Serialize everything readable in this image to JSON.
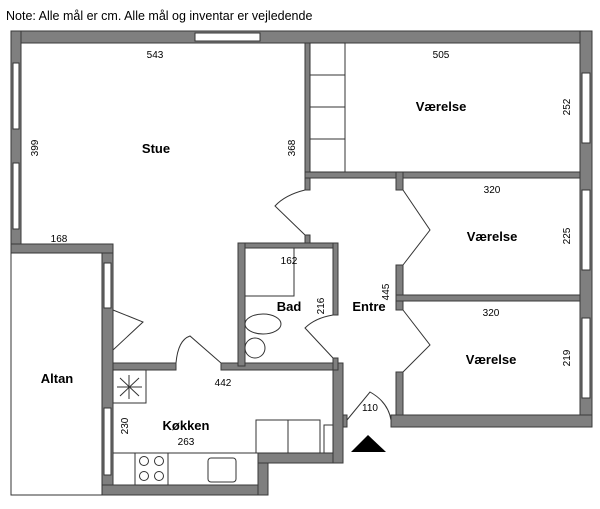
{
  "note": "Note: Alle mål er cm. Alle mål og inventar er vejledende",
  "rooms": {
    "stue": {
      "label": "Stue",
      "width": "543",
      "height": "399",
      "height2": "368",
      "bottom": "168"
    },
    "vaerelse1": {
      "label": "Værelse",
      "width": "505",
      "height": "252"
    },
    "vaerelse2": {
      "label": "Værelse",
      "width": "320",
      "height": "225"
    },
    "vaerelse3": {
      "label": "Værelse",
      "width": "320",
      "height": "219"
    },
    "bad": {
      "label": "Bad",
      "width": "162",
      "height": "216"
    },
    "entre": {
      "label": "Entre",
      "height": "445",
      "door": "110"
    },
    "altan": {
      "label": "Altan"
    },
    "koekken": {
      "label": "Køkken",
      "width": "442",
      "height": "230",
      "depth": "263"
    }
  },
  "colors": {
    "wall": "#7f7f7f",
    "entrance_marker": "#000000"
  }
}
